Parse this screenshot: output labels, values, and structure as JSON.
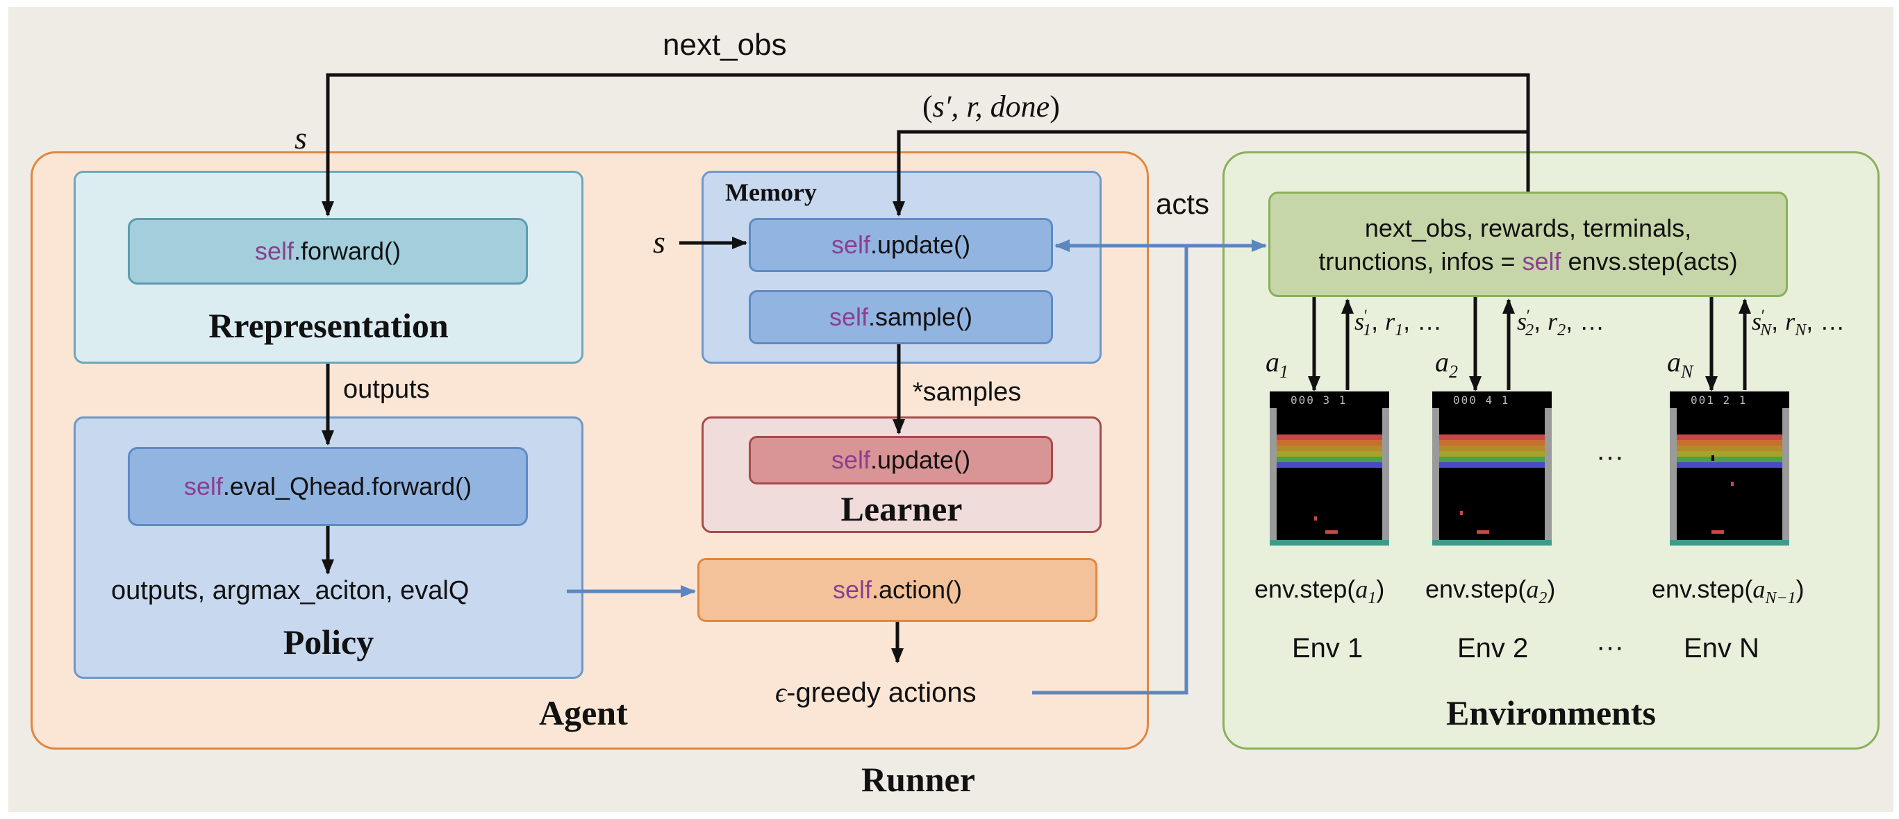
{
  "runner": {
    "label": "Runner"
  },
  "agent": {
    "label": "Agent",
    "representation": {
      "label": "Rrepresentation",
      "fn_prefix": "self",
      "fn_call": ".forward()"
    },
    "policy": {
      "label": "Policy",
      "fn_prefix": "self",
      "fn_call": ".eval_Qhead.forward()",
      "output_text": "outputs, argmax_aciton, evalQ"
    },
    "memory": {
      "label": "Memory",
      "update_prefix": "self",
      "update_call": ".update()",
      "sample_prefix": "self",
      "sample_call": ".sample()"
    },
    "learner": {
      "label": "Learner",
      "fn_prefix": "self",
      "fn_call": ".update()"
    },
    "action": {
      "fn_prefix": "self",
      "fn_call": ".action()",
      "eps_symbol": "ϵ",
      "output_text": "-greedy actions"
    }
  },
  "environments": {
    "label": "Environments",
    "step_line1": "next_obs, rewards, terminals,",
    "step_line2_pre": "trunctions, infos = ",
    "step_line2_kw": "self",
    "step_line2_post": " envs.step(acts)",
    "ellipsis": "···",
    "envs": [
      {
        "action_sym": "a",
        "action_sub": "1",
        "feedback_sym": "s",
        "feedback_sub": "1",
        "reward_sub": "1",
        "step_pre": "env.step(",
        "step_sub": "1",
        "step_post": ")",
        "name": "Env 1",
        "hud": "000 3 1"
      },
      {
        "action_sym": "a",
        "action_sub": "2",
        "feedback_sym": "s",
        "feedback_sub": "2",
        "reward_sub": "2",
        "step_pre": "env.step(",
        "step_sub": "2",
        "step_post": ")",
        "name": "Env 2",
        "hud": "000 4 1"
      },
      {
        "action_sym": "a",
        "action_sub": "N",
        "feedback_sym": "s",
        "feedback_sub": "N",
        "reward_sub": "N",
        "step_pre": "env.step(",
        "step_sub": "N−1",
        "step_post": ")",
        "name": "Env N",
        "hud": "001 2 1"
      }
    ],
    "ellipsis_mid": "···"
  },
  "edge_labels": {
    "next_obs": "next_obs",
    "s_top": "s",
    "s_mem": "s",
    "sprime_open": "(",
    "sprime_body": "s′, r, done",
    "sprime_close": ")",
    "acts": "acts",
    "outputs": "outputs",
    "samples": "*samples",
    "rest": ", …",
    "r": "r"
  },
  "colors": {
    "arrow_black": "#111111",
    "arrow_blue": "#5b86c0",
    "keyword": "#8a3f8f"
  }
}
